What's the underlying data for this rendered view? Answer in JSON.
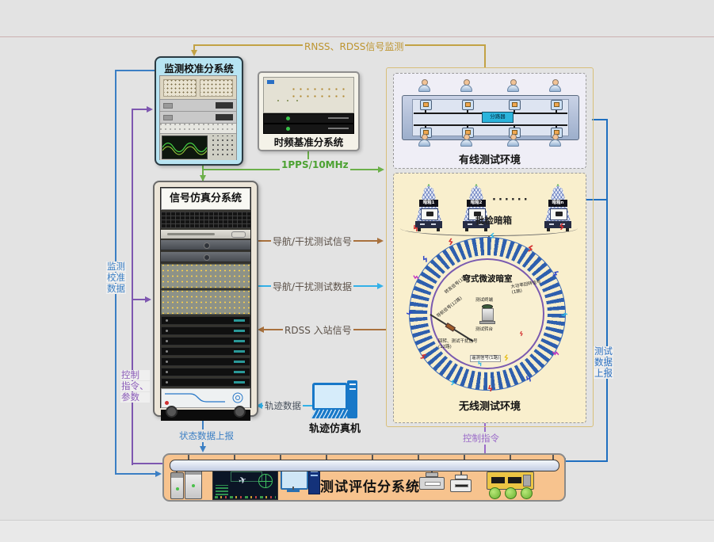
{
  "subsystems": {
    "monitor_calib": {
      "title": "监测校准分系统"
    },
    "time_freq": {
      "title": "时频基准分系统"
    },
    "signal_sim": {
      "title": "信号仿真分系统"
    },
    "eval": {
      "title": "测试评估分系统"
    },
    "trajectory_machine": {
      "label": "轨迹仿真机"
    }
  },
  "environments": {
    "wired": {
      "title": "有线测试环境",
      "splitter": "分路器"
    },
    "wireless": {
      "title": "无线测试环境",
      "batch_label": "批检暗箱",
      "dark_boxes": [
        "暗箱1",
        "暗箱2",
        "暗箱n"
      ],
      "ellipsis": "······",
      "chamber": {
        "title": "穹式微波暗室",
        "center_top": "测试终端",
        "center_bottom": "测试转台",
        "labels": [
          "转发信号(1路)",
          "导航信号(12路)",
          "大功率回转信号(1路)",
          "回转、测试干扰信号(12路)",
          "遥测信号(1路)"
        ]
      }
    }
  },
  "flows": {
    "rnss_monitor": "RNSS、RDSS信号监测",
    "pps": "1PPS/10MHz",
    "nav_test_signal": "导航/干扰测试信号",
    "nav_test_data": "导航/干扰测试数据",
    "rdss_inbound": "RDSS 入站信号",
    "trajectory_data": "轨迹数据",
    "status_report": "状态数据上报",
    "control_cmd": "控制指令",
    "monitor_calib_data_lines": [
      "监测",
      "校准",
      "数据"
    ],
    "control_param_lines": [
      "控制",
      "指令、",
      "参数"
    ],
    "test_report_lines": [
      "测试",
      "数据",
      "上报"
    ]
  },
  "icons": {
    "bolt": "ϟ",
    "plane": "✈"
  },
  "colors": {
    "rnss_line": "#c2a245",
    "green_line": "#6cb04a",
    "blue_line": "#3b7fc4",
    "purple_line": "#7e57b0",
    "cyan_line": "#33b1e8",
    "brown_line": "#a9713d",
    "right_blue_line": "#1f6fc0",
    "eval_bg": "#f7c38e",
    "wireless_bg": "#f9efcd",
    "monitor_box_bg": "#b7e4f2"
  }
}
